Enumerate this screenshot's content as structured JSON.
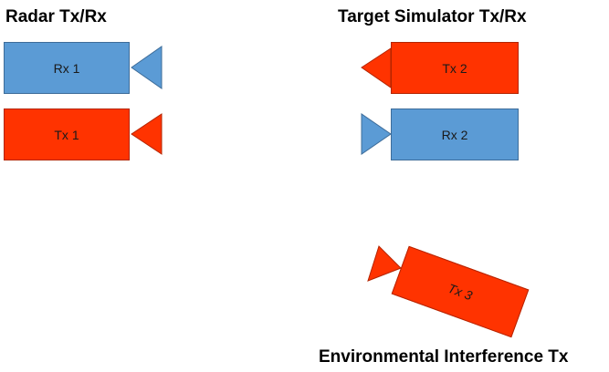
{
  "groups": {
    "radar": {
      "title": "Radar Tx/Rx",
      "rx_label": "Rx 1",
      "tx_label": "Tx 1"
    },
    "target": {
      "title": "Target Simulator Tx/Rx",
      "tx_label": "Tx 2",
      "rx_label": "Rx 2"
    },
    "environment": {
      "title": "Environmental Interference Tx",
      "tx_label": "Tx 3"
    }
  },
  "colors": {
    "tx": "#ff3300",
    "rx": "#5b9bd5"
  }
}
